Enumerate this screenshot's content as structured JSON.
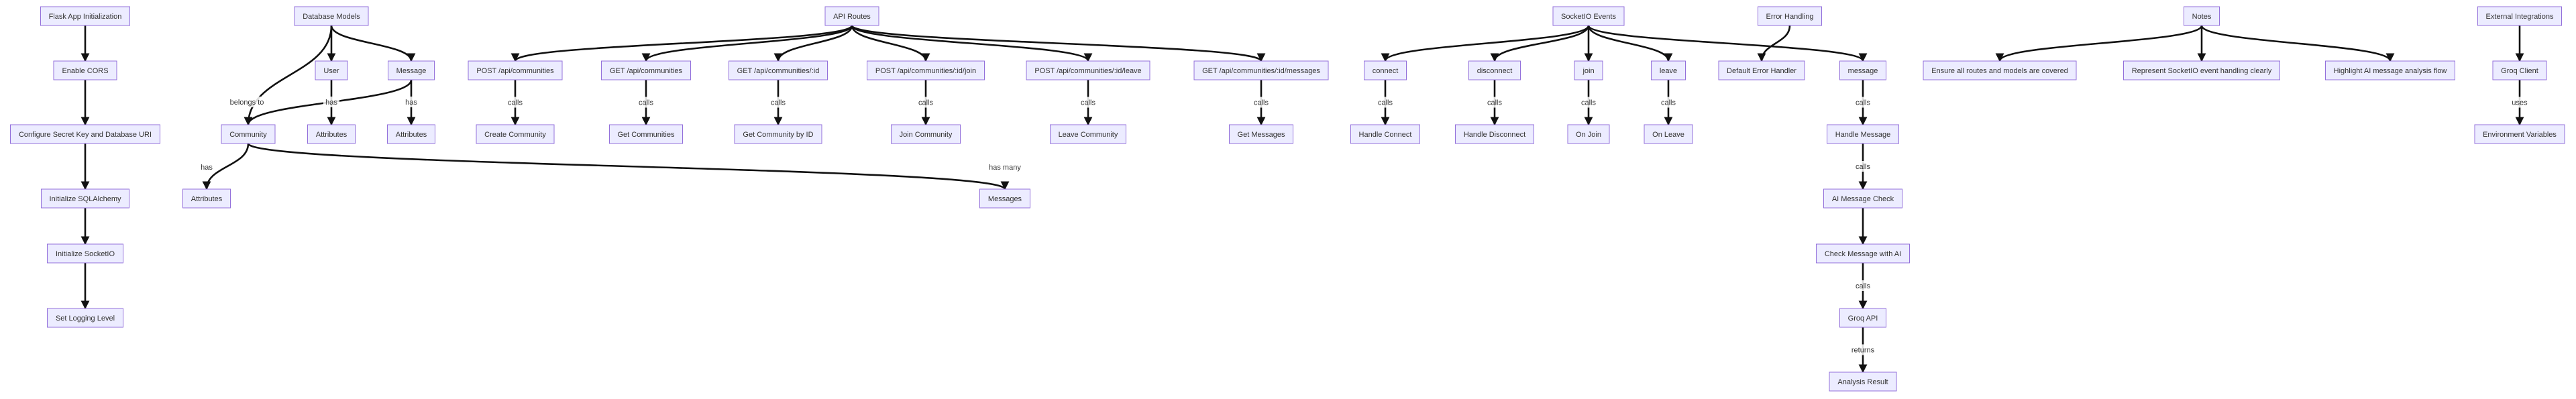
{
  "nodes": {
    "flask_init": "Flask App Initialization",
    "enable_cors": "Enable CORS",
    "config_secret": "Configure Secret Key and Database URI",
    "init_sqlalchemy": "Initialize SQLAlchemy",
    "init_socketio": "Initialize SocketIO",
    "set_logging": "Set Logging Level",
    "db_models": "Database Models",
    "user": "User",
    "message_model": "Message",
    "community": "Community",
    "user_attributes": "Attributes",
    "message_attributes": "Attributes",
    "community_attributes": "Attributes",
    "messages": "Messages",
    "api_routes": "API Routes",
    "post_communities": "POST /api/communities",
    "get_communities": "GET /api/communities",
    "get_community_id": "GET /api/communities/:id",
    "post_join": "POST /api/communities/:id/join",
    "post_leave": "POST /api/communities/:id/leave",
    "get_messages_route": "GET /api/communities/:id/messages",
    "create_community": "Create Community",
    "get_communities_fn": "Get Communities",
    "get_community_by_id": "Get Community by ID",
    "join_community": "Join Community",
    "leave_community": "Leave Community",
    "get_messages_fn": "Get Messages",
    "socketio_events": "SocketIO Events",
    "ev_connect": "connect",
    "ev_disconnect": "disconnect",
    "ev_join": "join",
    "ev_leave": "leave",
    "ev_message": "message",
    "handle_connect": "Handle Connect",
    "handle_disconnect": "Handle Disconnect",
    "on_join": "On Join",
    "on_leave": "On Leave",
    "handle_message": "Handle Message",
    "ai_check": "AI Message Check",
    "check_ai": "Check Message with AI",
    "groq_api": "Groq API",
    "analysis_result": "Analysis Result",
    "error_handling": "Error Handling",
    "default_error": "Default Error Handler",
    "notes": "Notes",
    "note1": "Ensure all routes and models are covered",
    "note2": "Represent SocketIO event handling clearly",
    "note3": "Highlight AI message analysis flow",
    "external": "External Integrations",
    "groq_client": "Groq Client",
    "env_vars": "Environment Variables"
  },
  "edge_labels": {
    "belongs_to": "belongs to",
    "has": "has",
    "has_many": "has many",
    "calls": "calls",
    "returns": "returns",
    "uses": "uses"
  },
  "edges": [
    {
      "from": "flask_init",
      "to": "enable_cors"
    },
    {
      "from": "enable_cors",
      "to": "config_secret"
    },
    {
      "from": "config_secret",
      "to": "init_sqlalchemy"
    },
    {
      "from": "init_sqlalchemy",
      "to": "init_socketio"
    },
    {
      "from": "init_socketio",
      "to": "set_logging"
    },
    {
      "from": "db_models",
      "to": "user"
    },
    {
      "from": "db_models",
      "to": "message_model"
    },
    {
      "from": "db_models",
      "to": "community"
    },
    {
      "from": "user",
      "to": "user_attributes",
      "label": "has"
    },
    {
      "from": "message_model",
      "to": "message_attributes",
      "label": "has"
    },
    {
      "from": "message_model",
      "to": "community",
      "label": "belongs_to"
    },
    {
      "from": "community",
      "to": "community_attributes",
      "label": "has"
    },
    {
      "from": "community",
      "to": "messages",
      "label": "has_many"
    },
    {
      "from": "api_routes",
      "to": "post_communities"
    },
    {
      "from": "api_routes",
      "to": "get_communities"
    },
    {
      "from": "api_routes",
      "to": "get_community_id"
    },
    {
      "from": "api_routes",
      "to": "post_join"
    },
    {
      "from": "api_routes",
      "to": "post_leave"
    },
    {
      "from": "api_routes",
      "to": "get_messages_route"
    },
    {
      "from": "post_communities",
      "to": "create_community",
      "label": "calls"
    },
    {
      "from": "get_communities",
      "to": "get_communities_fn",
      "label": "calls"
    },
    {
      "from": "get_community_id",
      "to": "get_community_by_id",
      "label": "calls"
    },
    {
      "from": "post_join",
      "to": "join_community",
      "label": "calls"
    },
    {
      "from": "post_leave",
      "to": "leave_community",
      "label": "calls"
    },
    {
      "from": "get_messages_route",
      "to": "get_messages_fn",
      "label": "calls"
    },
    {
      "from": "socketio_events",
      "to": "ev_connect"
    },
    {
      "from": "socketio_events",
      "to": "ev_disconnect"
    },
    {
      "from": "socketio_events",
      "to": "ev_join"
    },
    {
      "from": "socketio_events",
      "to": "ev_leave"
    },
    {
      "from": "socketio_events",
      "to": "ev_message"
    },
    {
      "from": "ev_connect",
      "to": "handle_connect",
      "label": "calls"
    },
    {
      "from": "ev_disconnect",
      "to": "handle_disconnect",
      "label": "calls"
    },
    {
      "from": "ev_join",
      "to": "on_join",
      "label": "calls"
    },
    {
      "from": "ev_leave",
      "to": "on_leave",
      "label": "calls"
    },
    {
      "from": "ev_message",
      "to": "handle_message",
      "label": "calls"
    },
    {
      "from": "handle_message",
      "to": "ai_check",
      "label": "calls"
    },
    {
      "from": "ai_check",
      "to": "check_ai"
    },
    {
      "from": "check_ai",
      "to": "groq_api",
      "label": "calls"
    },
    {
      "from": "groq_api",
      "to": "analysis_result",
      "label": "returns"
    },
    {
      "from": "error_handling",
      "to": "default_error"
    },
    {
      "from": "notes",
      "to": "note1"
    },
    {
      "from": "notes",
      "to": "note2"
    },
    {
      "from": "notes",
      "to": "note3"
    },
    {
      "from": "external",
      "to": "groq_client"
    },
    {
      "from": "groq_client",
      "to": "env_vars",
      "label": "uses"
    }
  ],
  "colors": {
    "node_fill": "#ECECFF",
    "node_stroke": "#9370DB",
    "edge": "#111111",
    "text": "#333333"
  }
}
